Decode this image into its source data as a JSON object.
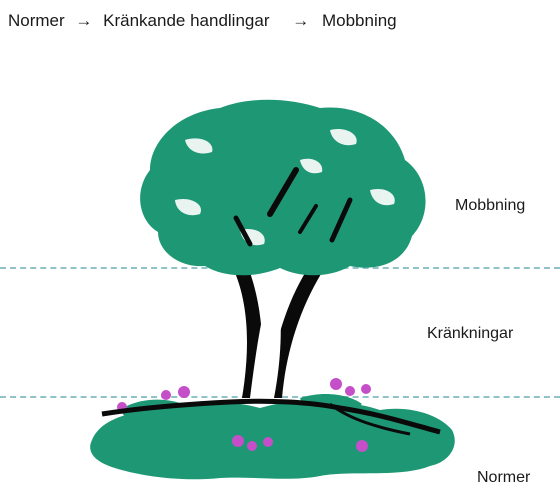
{
  "flow": {
    "step1": "Normer",
    "arrow1": "→",
    "step2": "Kränkande handlingar",
    "arrow2": "→",
    "step3": "Mobbning"
  },
  "levels": {
    "top": "Mobbning",
    "middle": "Kränkningar",
    "bottom": "Normer"
  },
  "colors": {
    "foliage": "#1e9874",
    "foliage_dark": "#0f6e52",
    "trunk": "#0a0a0a",
    "flowers": "#c44fc8",
    "divider": "#8fc3c7"
  },
  "icons": {
    "illustration": "tree-icon"
  }
}
